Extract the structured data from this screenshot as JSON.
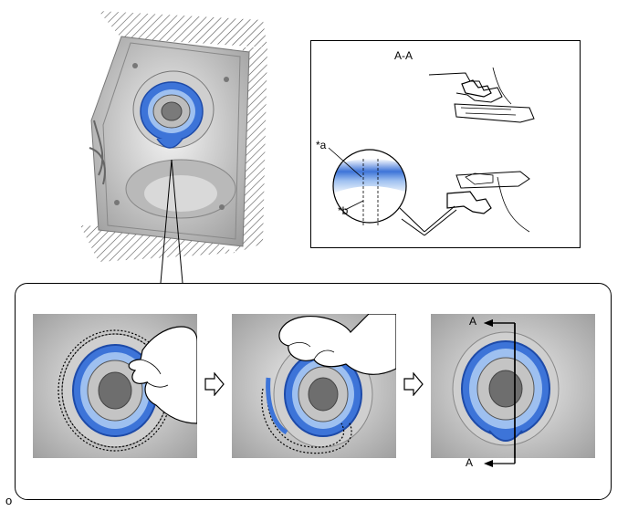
{
  "section_view": {
    "title": "A-A",
    "callout_a": "*a",
    "callout_b": "*b"
  },
  "steps": [
    {
      "direction_arrow": "right-arrow-icon"
    },
    {
      "direction_arrow": "right-arrow-icon"
    }
  ],
  "section_marks": {
    "top": "A",
    "bottom": "A"
  },
  "figure_id": "o",
  "colors": {
    "seal_blue": "#3d74d8",
    "seal_light": "#9ec0f0",
    "border": "#000000"
  }
}
